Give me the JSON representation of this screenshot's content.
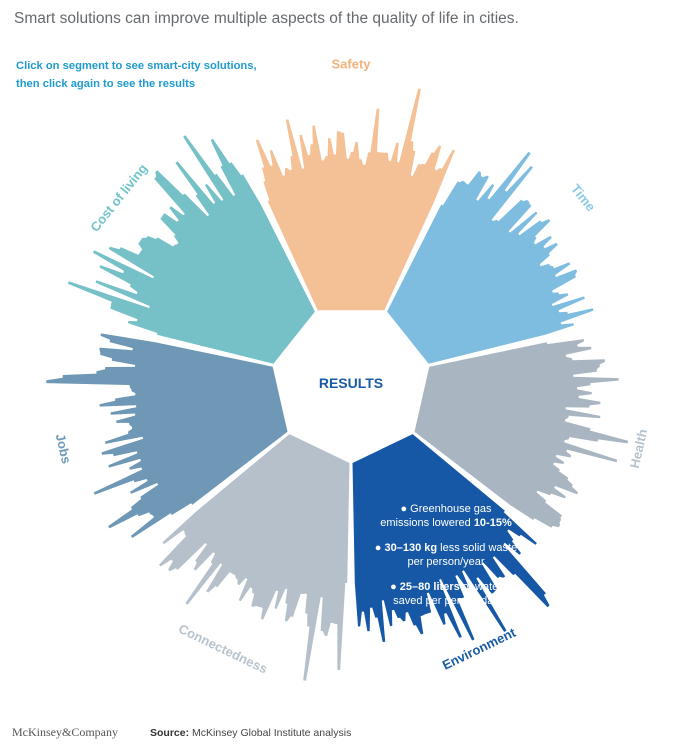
{
  "title": "Smart solutions can improve multiple aspects of the quality of life in cities.",
  "instructions": [
    "Click on segment to see smart-city solutions,",
    "then click again to see the results"
  ],
  "center_label": "RESULTS",
  "segments": [
    {
      "id": "safety",
      "label": "Safety",
      "color": "#f4c096",
      "text_color": "#f4b27c",
      "active": false
    },
    {
      "id": "time",
      "label": "Time",
      "color": "#7fbde0",
      "text_color": "#8cc8ea",
      "active": false
    },
    {
      "id": "health",
      "label": "Health",
      "color": "#a9b6c1",
      "text_color": "#b7c3cc",
      "active": false
    },
    {
      "id": "environment",
      "label": "Environment",
      "color": "#1658a6",
      "text_color": "#1a5ba6",
      "active": true
    },
    {
      "id": "connectedness",
      "label": "Connectedness",
      "color": "#b5c0ca",
      "text_color": "#b8c3cc",
      "active": false
    },
    {
      "id": "jobs",
      "label": "Jobs",
      "color": "#6e98b5",
      "text_color": "#6e9ab8",
      "active": false
    },
    {
      "id": "cost_of_living",
      "label": "Cost of living",
      "color": "#75c1c7",
      "text_color": "#6ec4c9",
      "active": false
    }
  ],
  "results": [
    {
      "pre": "Greenhouse gas",
      "line2_pre": "emissions lowered ",
      "bold": "10-15%",
      "line2_post": ""
    },
    {
      "pre": "",
      "bold": "30–130 kg",
      "line1_post": " less solid waste",
      "line2": "per person/year"
    },
    {
      "pre": "",
      "bold": "25–80 liters",
      "line1_post": " of water",
      "line2": "saved per person/day"
    }
  ],
  "footer": {
    "logo": "McKinsey&Company",
    "source_label": "Source:",
    "source_text": "McKinsey Global Institute analysis"
  }
}
